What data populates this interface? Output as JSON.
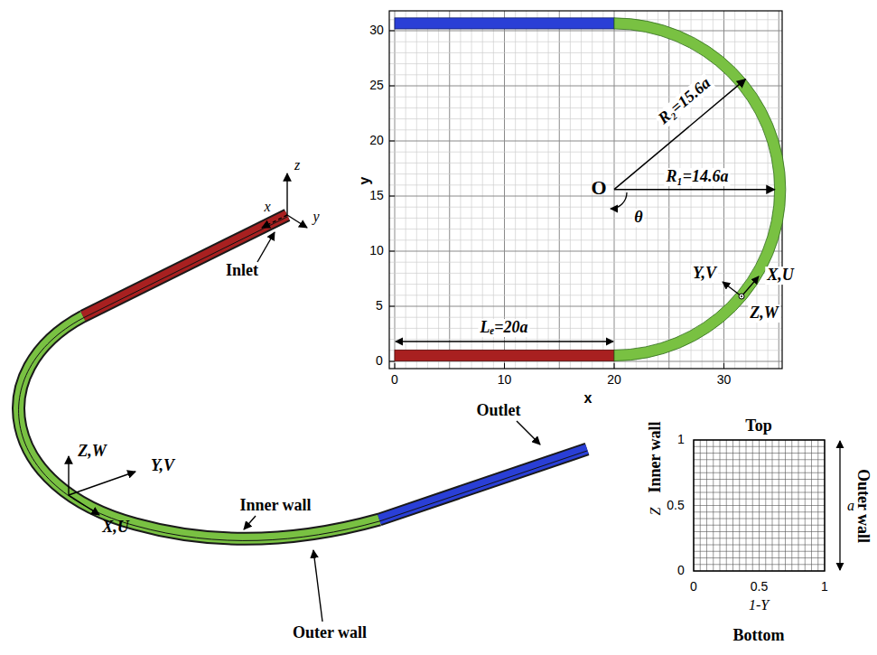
{
  "diagram": {
    "labels": [
      "30",
      "25",
      "20",
      "15",
      "10",
      "5",
      "0",
      "y",
      "R₂=15.6a",
      "O",
      "R₁=14.6a",
      "θ",
      "X,U",
      "Y,V",
      "Z,W",
      "Lₑ=20a",
      "0",
      "10",
      "20",
      "30",
      "x",
      "z",
      "x",
      "y",
      "Inlet",
      "Outlet",
      "Top",
      "1",
      "0.5",
      "0",
      "Inner wall",
      "Z",
      "Outer wall",
      "a",
      "Z,W",
      "Y,V",
      "X,U",
      "Inner wall",
      "0",
      "0.5",
      "1",
      "1-Y",
      "Bottom",
      "Outer wall"
    ]
  }
}
